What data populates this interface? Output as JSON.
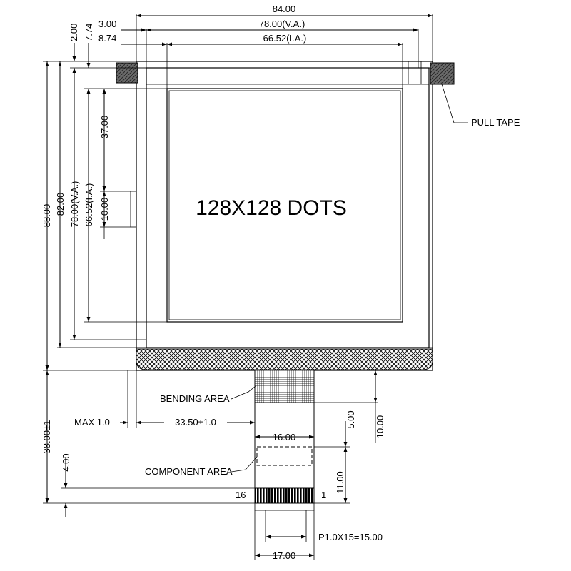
{
  "title": "128X128 DOTS",
  "dims": {
    "overall_width": "84.00",
    "viewing_area_width": "78.00(V.A.)",
    "image_area_width": "66.52(I.A.)",
    "left_offset_3": "3.00",
    "left_offset_874": "8.74",
    "top_2": "2.00",
    "top_774": "7.74",
    "overall_height": "88.00",
    "glass_height": "82.00",
    "viewing_area_height": "78.00(V.A.)",
    "image_area_height": "66.52(I.A.)",
    "tab_37": "37.00",
    "tab_10": "10.00",
    "fpc_length": "38.00±1",
    "fpc_4": "4.00",
    "max_thickness": "MAX 1.0",
    "fpc_offset": "33.50±1.0",
    "fpc_16": "16.00",
    "fpc_5": "5.00",
    "fpc_10": "10.00",
    "fpc_11": "11.00",
    "pitch": "P1.0X15=15.00",
    "fpc_width_17": "17.00"
  },
  "labels": {
    "pull_tape": "PULL TAPE",
    "bending_area": "BENDING AREA",
    "component_area": "COMPONENT AREA",
    "pin_16": "16",
    "pin_1": "1"
  },
  "colors": {
    "line": "#000000",
    "tape_fill": "#555555",
    "background": "#ffffff"
  }
}
